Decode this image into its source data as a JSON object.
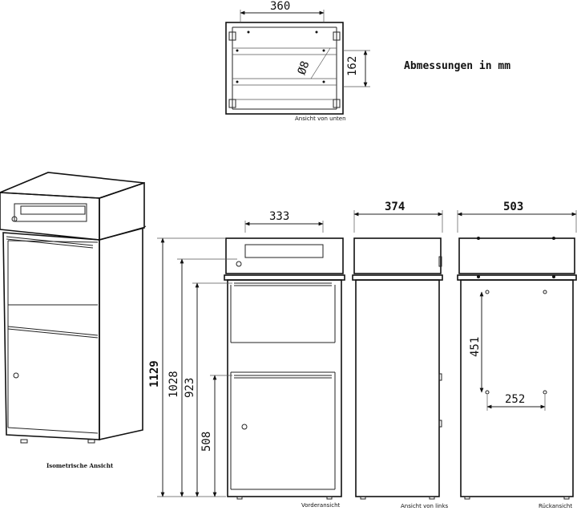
{
  "header": {
    "title": "Abmessungen in mm"
  },
  "bottom_view": {
    "caption": "Ansicht von unten",
    "width": "360",
    "depth": "162",
    "hole": "Ø8"
  },
  "iso_view": {
    "caption": "Isometrische Ansicht"
  },
  "front_view": {
    "caption": "Vorderansicht",
    "slot_width": "333",
    "h_total": "1129",
    "h_1028": "1028",
    "h_923": "923",
    "h_508": "508"
  },
  "left_view": {
    "caption": "Ansicht von links",
    "depth": "374"
  },
  "back_view": {
    "caption": "Rückansicht",
    "width": "503",
    "hole_v": "451",
    "hole_h": "252"
  }
}
